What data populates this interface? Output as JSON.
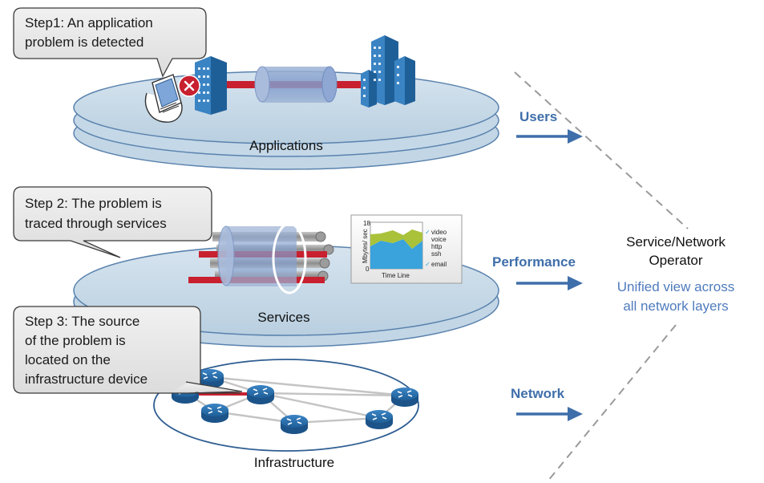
{
  "callouts": {
    "step1": [
      "Step1: An application",
      "problem is detected"
    ],
    "step2": [
      "Step 2: The problem is",
      "traced through services"
    ],
    "step3": [
      "Step 3: The source",
      "of the problem is",
      "located on the",
      "infrastructure device"
    ]
  },
  "layers": {
    "applications": "Applications",
    "services": "Services",
    "infrastructure": "Infrastructure"
  },
  "arrows": {
    "users": "Users",
    "performance": "Performance",
    "network": "Network"
  },
  "operator": {
    "title_line1": "Service/Network",
    "title_line2": "Operator",
    "subtitle_line1": "Unified view across",
    "subtitle_line2": "all network layers"
  },
  "mini_chart": {
    "y_label": "Mbytes/ sec",
    "x_label": "Time Line",
    "y_max": "18",
    "y_min": "0",
    "legend": [
      {
        "label": "video",
        "checked": true
      },
      {
        "label": "voice",
        "checked": false
      },
      {
        "label": "http",
        "checked": false
      },
      {
        "label": "ssh",
        "checked": false
      },
      {
        "label": "email",
        "checked": true
      }
    ]
  },
  "colors": {
    "disc_fill": "#c9dcea",
    "disc_stroke": "#5a82ad",
    "link_red": "#c8202f",
    "accent_blue": "#3f6faa",
    "building_blue": "#2a6fb7"
  }
}
